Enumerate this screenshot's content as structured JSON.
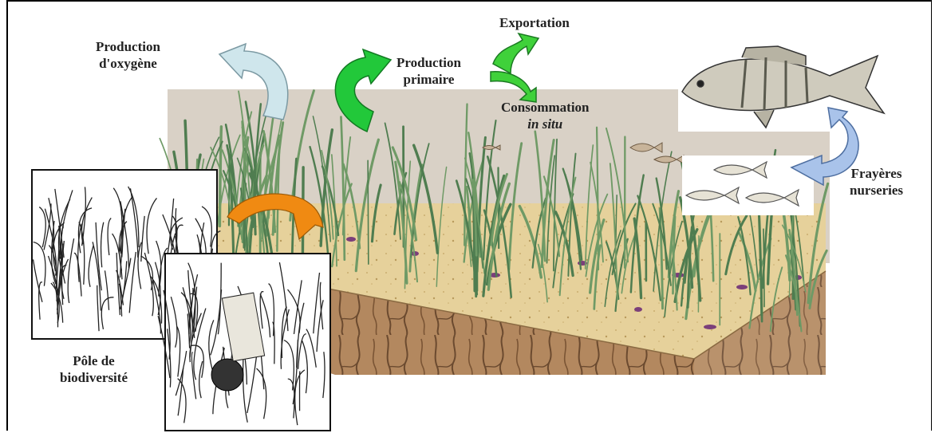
{
  "labels": {
    "production_oxygene_line1": "Production",
    "production_oxygene_line2": "d'oxygène",
    "production_primaire_line1": "Production",
    "production_primaire_line2": "primaire",
    "exportation": "Exportation",
    "consommation_line1": "Consommation",
    "consommation_line2": "in situ",
    "frayeres_line1": "Frayères",
    "frayeres_line2": "nurseries",
    "pole_line1": "Pôle de",
    "pole_line2": "biodiversité"
  },
  "colors": {
    "oxygen_arrow": "#cfe6ec",
    "primary_arrow": "#22c83a",
    "export_arrow": "#3fd13a",
    "biodiversity_arrow": "#f08a12",
    "nursery_arrow": "#a9c3ea",
    "sediment": "#a37a55",
    "sand": "#e6d19b",
    "seagrass": "#6f9a66",
    "water_bg": "#d9d1c6"
  }
}
